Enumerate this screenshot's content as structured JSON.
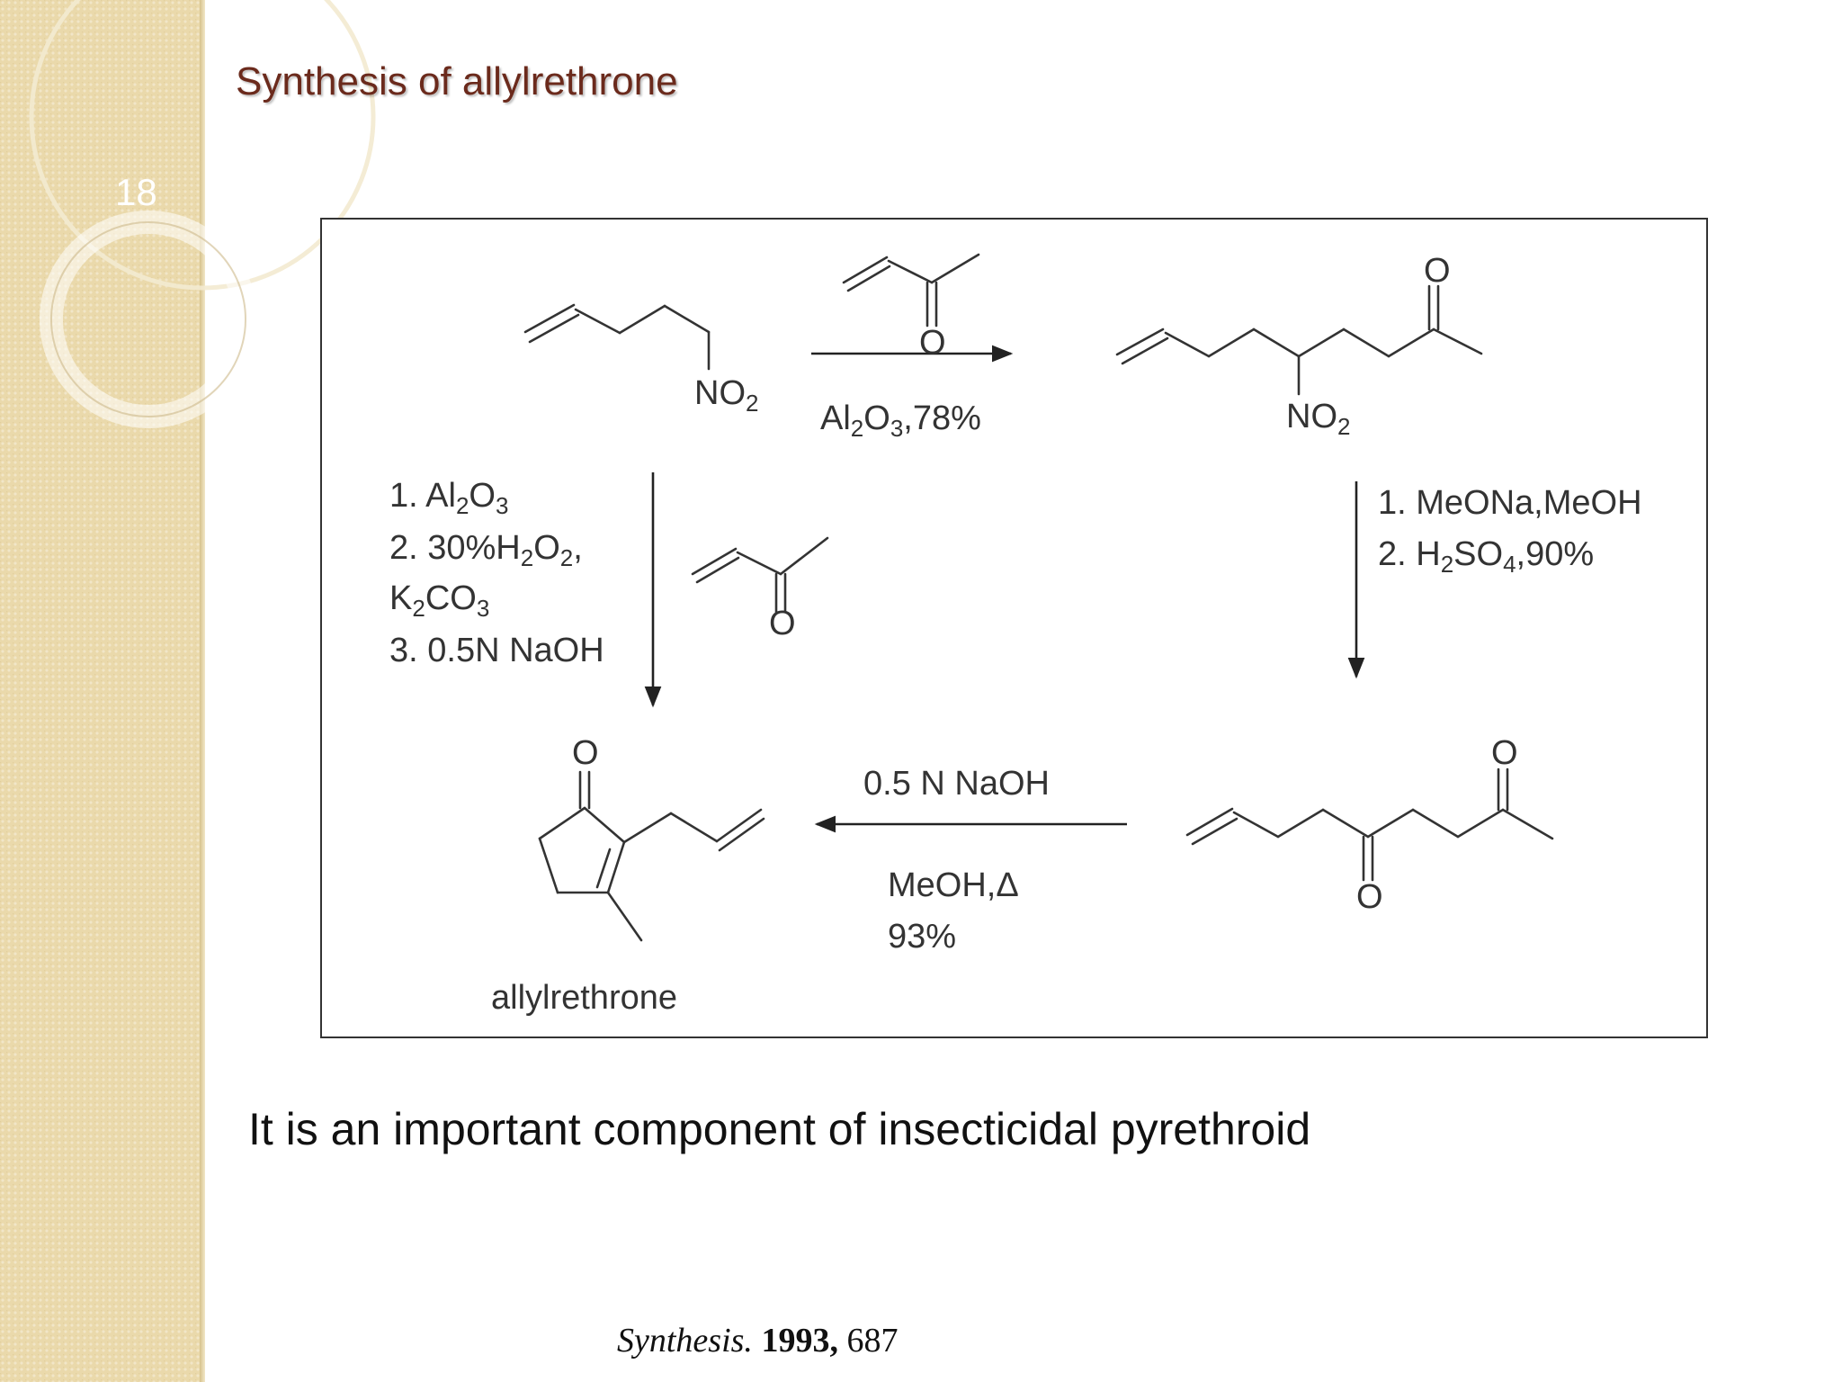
{
  "slide": {
    "number": "18",
    "title": "Synthesis of allylrethrone",
    "caption": "It is an important component of insecticidal pyrethroid",
    "citation": {
      "journal": "Synthesis.",
      "year": "1993,",
      "page": "687"
    }
  },
  "scheme": {
    "nitro_label_1": "NO",
    "nitro_label_2": "NO",
    "ketone_O": "O",
    "subscript_2": "2",
    "subscript_3": "3",
    "subscript_4": "4",
    "top_arrow_conditions": {
      "a": "Al",
      "b": "O",
      "c": ",78%"
    },
    "right_arrow_conditions": {
      "line1": "1. MeONa,MeOH",
      "line2a": "2. H",
      "line2b": "SO",
      "line2c": ",90%"
    },
    "bottom_arrow_conditions": {
      "line1": "0.5 N NaOH",
      "line2": "MeOH,Δ",
      "line3": "93%"
    },
    "left_arrow_conditions": {
      "line1a": "1. Al",
      "line1b": "O",
      "line2a": "2. 30%H",
      "line2b": "O",
      "line2c": ",",
      "line3a": "K",
      "line3b": "CO",
      "line4": "3. 0.5N NaOH"
    },
    "product_name": "allylrethrone"
  }
}
